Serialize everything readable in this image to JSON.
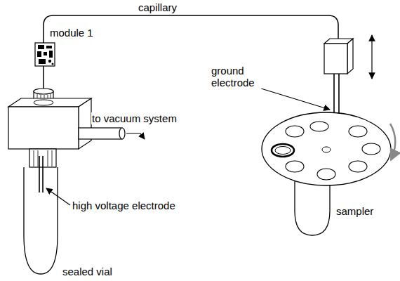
{
  "diagram": {
    "nodes": [
      {
        "text": [
          "module 1"
        ]
      }
    ],
    "labels": [
      "capillary",
      "ground electrode",
      "to vacuum system",
      "sampler",
      "high voltage electrode",
      "sealed vial"
    ]
  }
}
